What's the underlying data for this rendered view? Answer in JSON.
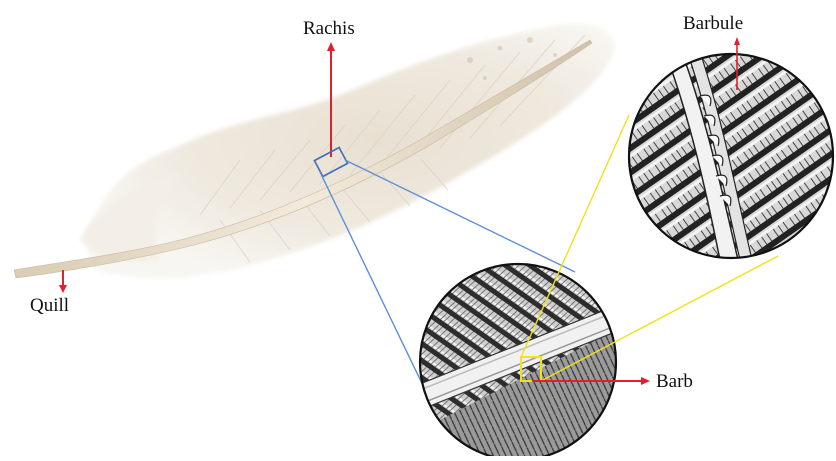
{
  "labels": {
    "rachis": "Rachis",
    "quill": "Quill",
    "barbule": "Barbule",
    "barb": "Barb"
  },
  "colors": {
    "arrow": "#e0202a",
    "zoom_line_1": "#5b8fd6",
    "zoom_line_2": "#f2e21a",
    "feather": "#efe9df",
    "shaft": "#e9dcc6",
    "circle_bg": "#d9d9d9",
    "circle_dark": "#2a2a2a"
  },
  "icons": {
    "rachis_arrow": "arrow-up-icon",
    "quill_arrow": "arrow-down-icon",
    "barbule_arrow": "arrow-up-icon",
    "barb_arrow": "arrow-right-icon"
  }
}
